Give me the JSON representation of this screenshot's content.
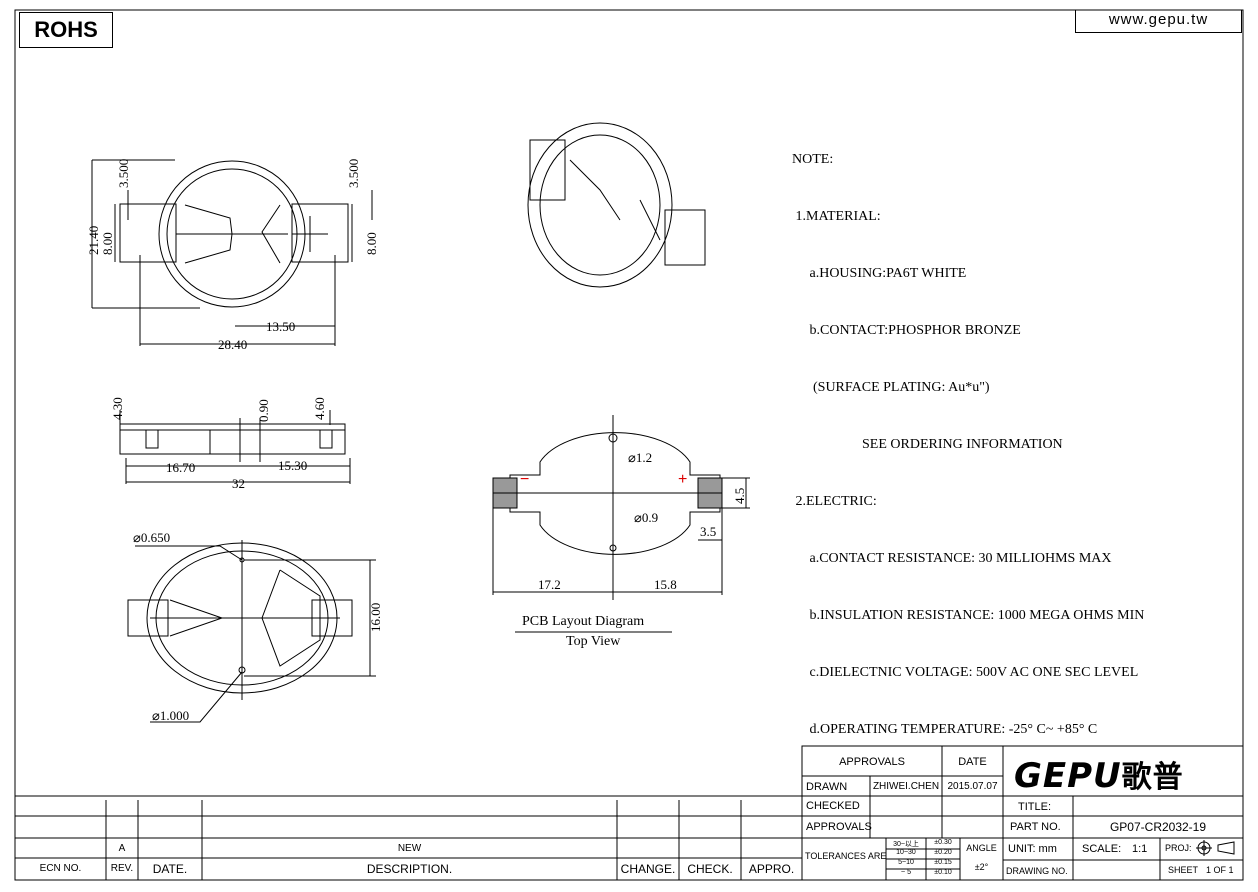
{
  "header": {
    "rohs": "ROHS",
    "website": "www.gepu.tw"
  },
  "notes": [
    "NOTE:",
    " 1.MATERIAL:",
    "     a.HOUSING:PA6T WHITE",
    "     b.CONTACT:PHOSPHOR BRONZE",
    "      (SURFACE PLATING: Au*u\")",
    "                    SEE ORDERING INFORMATION",
    " 2.ELECTRIC:",
    "     a.CONTACT RESISTANCE: 30 MILLIOHMS MAX",
    "     b.INSULATION RESISTANCE: 1000 MEGA OHMS MIN",
    "     c.DIELECTNIC VOLTAGE: 500V AC ONE SEC LEVEL",
    "     d.OPERATING TEMPERATURE: -25° C~ +85° C"
  ],
  "dimensions": {
    "top_view": {
      "left_pin_pitch": "3.500",
      "right_pin_pitch": "3.500",
      "height": "21.40",
      "left_pin_width": "8.00",
      "right_pin_width": "8.00",
      "half_width": "13.50",
      "width": "28.40"
    },
    "side_view": {
      "left_height": "4.30",
      "mid_height": "0.90",
      "right_height": "4.60",
      "left_length": "16.70",
      "right_length": "15.30",
      "total_length": "32"
    },
    "bottom_view": {
      "hole_top": "⌀0.650",
      "hole_bottom": "⌀1.000",
      "height": "16.00"
    },
    "pcb": {
      "hole_top": "⌀1.2",
      "hole_bottom": "⌀0.9",
      "pad_height": "4.5",
      "pad_width": "3.5",
      "left_len": "17.2",
      "right_len": "15.8",
      "minus": "−",
      "plus": "+"
    }
  },
  "captions": {
    "pcb_title": "PCB Layout Diagram",
    "pcb_sub": "Top View"
  },
  "title_block": {
    "approvals_header": "APPROVALS",
    "date_header": "DATE",
    "drawn_label": "DRAWN",
    "drawn_by": "ZHIWEI.CHEN",
    "drawn_date": "2015.07.07",
    "checked_label": "CHECKED",
    "approvals_label": "APPROVALS",
    "title_label": "TITLE:",
    "part_no_label": "PART NO.",
    "part_no": "GP07-CR2032-19",
    "tolerances_label": "TOLERANCES ARE",
    "tol_ranges": [
      "30~以上",
      "10~30",
      "5~10",
      "~ 5"
    ],
    "tol_values": [
      "±0.30",
      "±0.20",
      "±0.15",
      "±0.10"
    ],
    "angle_label": "ANGLE",
    "angle_value": "±2°",
    "unit_label": "UNIT: mm",
    "scale_label": "SCALE:",
    "scale_value": "1:1",
    "proj_label": "PROJ:",
    "drawing_no_label": "DRAWING NO.",
    "sheet_label": "SHEET",
    "sheet_value": "1 OF 1",
    "logo_text": "GEPU",
    "logo_cn": "歌普"
  },
  "revision_table": {
    "rev": "A",
    "desc": "NEW",
    "headers": [
      "ECN NO.",
      "REV.",
      "DATE.",
      "DESCRIPTION.",
      "CHANGE.",
      "CHECK.",
      "APPRO."
    ]
  }
}
